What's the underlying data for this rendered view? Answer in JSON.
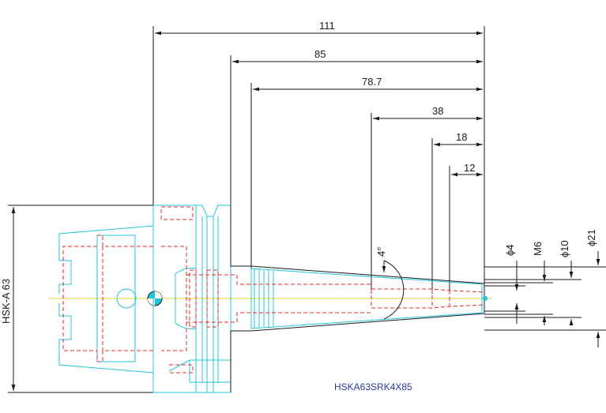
{
  "drawing": {
    "part_number": "HSKA63SRK4X85",
    "left_dimension": "HSK-A 63",
    "taper_angle": "4°",
    "lengths": [
      {
        "id": "overall",
        "label": "111"
      },
      {
        "id": "projection",
        "label": "85"
      },
      {
        "id": "taper_length",
        "label": "78.7"
      },
      {
        "id": "bore_depth",
        "label": "38"
      },
      {
        "id": "thread_depth",
        "label": "18"
      },
      {
        "id": "hole_depth",
        "label": "12"
      }
    ],
    "diameters": [
      {
        "id": "d4",
        "label": "ϕ4"
      },
      {
        "id": "m6",
        "label": "M6"
      },
      {
        "id": "d10",
        "label": "ϕ10"
      },
      {
        "id": "d21",
        "label": "ϕ21"
      }
    ],
    "colors": {
      "outline": "#22c4d8",
      "hidden": "#e02a2a",
      "dimension": "#1a1a1a",
      "centerline": "#e8d23a",
      "label": "#2a3a9a"
    }
  }
}
